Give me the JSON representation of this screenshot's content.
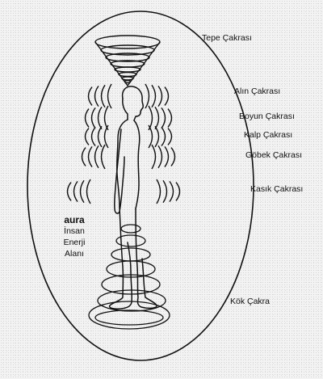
{
  "diagram": {
    "chakras": {
      "tepe": "Tepe Çakrası",
      "alin": "Alın Çakrası",
      "boyun": "Boyun Çakrası",
      "kalp": "Kalp Çakrası",
      "gobek": "Göbek Çakrası",
      "kasik": "Kasık Çakrası",
      "kok": "Kök Çakra"
    },
    "aura": {
      "title": "aura",
      "line1": "İnsan",
      "line2": "Enerji",
      "line3": "Alanı"
    },
    "colors": {
      "ink": "#111111",
      "paper": "#f3f3f3"
    }
  }
}
